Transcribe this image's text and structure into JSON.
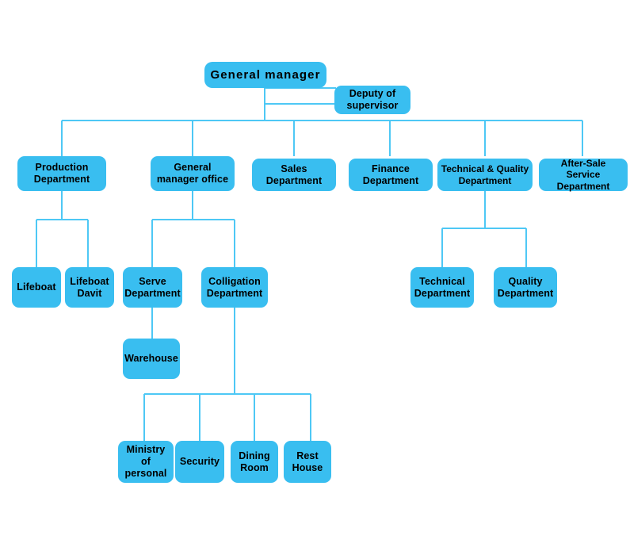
{
  "chart_data": {
    "type": "diagram",
    "diagram_type": "organizational-chart",
    "title": "Company Organization Chart",
    "node_fill_color": "#39bef0",
    "connector_color": "#4ec8f5",
    "text_color": "#000000",
    "background_color": "#ffffff",
    "levels": [
      {
        "level": 0,
        "nodes": [
          "General manager"
        ]
      },
      {
        "level": 1,
        "nodes": [
          "Deputy of supervisor"
        ]
      },
      {
        "level": 2,
        "nodes": [
          "Production Department",
          "General manager office",
          "Sales Department",
          "Finance Department",
          "Technical & Quality Department",
          "After-Sale Service Department"
        ]
      },
      {
        "level": 3,
        "nodes": [
          "Lifeboat",
          "Lifeboat Davit",
          "Serve Department",
          "Colligation Department",
          "Technical Department",
          "Quality Department"
        ]
      },
      {
        "level": 4,
        "nodes": [
          "Warehouse"
        ]
      },
      {
        "level": 5,
        "nodes": [
          "Ministry of  personal",
          "Security",
          "Dining Room",
          "Rest House"
        ]
      }
    ],
    "edges": [
      {
        "from": "General manager",
        "to": "Deputy of supervisor"
      },
      {
        "from": "General manager",
        "to": "Production Department"
      },
      {
        "from": "General manager",
        "to": "General manager office"
      },
      {
        "from": "General manager",
        "to": "Sales Department"
      },
      {
        "from": "General manager",
        "to": "Finance Department"
      },
      {
        "from": "General manager",
        "to": "Technical & Quality Department"
      },
      {
        "from": "General manager",
        "to": "After-Sale Service Department"
      },
      {
        "from": "Production Department",
        "to": "Lifeboat"
      },
      {
        "from": "Production Department",
        "to": "Lifeboat Davit"
      },
      {
        "from": "General manager office",
        "to": "Serve Department"
      },
      {
        "from": "General manager office",
        "to": "Colligation Department"
      },
      {
        "from": "Technical & Quality Department",
        "to": "Technical Department"
      },
      {
        "from": "Technical & Quality Department",
        "to": "Quality Department"
      },
      {
        "from": "Serve Department",
        "to": "Warehouse"
      },
      {
        "from": "Colligation Department",
        "to": "Ministry of  personal"
      },
      {
        "from": "Colligation Department",
        "to": "Security"
      },
      {
        "from": "Colligation Department",
        "to": "Dining Room"
      },
      {
        "from": "Colligation Department",
        "to": "Rest House"
      }
    ]
  },
  "nodes": {
    "general_manager": {
      "label": "General manager"
    },
    "deputy_of_supervisor": {
      "label": "Deputy of\nsupervisor"
    },
    "production_department": {
      "label": "Production\nDepartment"
    },
    "general_manager_office": {
      "label": "General\nmanager office"
    },
    "sales_department": {
      "label": "Sales\nDepartment"
    },
    "finance_department": {
      "label": "Finance\nDepartment"
    },
    "technical_quality_department": {
      "label": "Technical & Quality\nDepartment"
    },
    "after_sale_service_department": {
      "label": "After-Sale\nService Department"
    },
    "lifeboat": {
      "label": "Lifeboat"
    },
    "lifeboat_davit": {
      "label": "Lifeboat\nDavit"
    },
    "serve_department": {
      "label": "Serve\nDepartment"
    },
    "colligation_department": {
      "label": "Colligation\nDepartment"
    },
    "technical_department": {
      "label": "Technical\nDepartment"
    },
    "quality_department": {
      "label": "Quality\nDepartment"
    },
    "warehouse": {
      "label": "Warehouse"
    },
    "ministry_of_personal": {
      "label": "Ministry\nof  personal"
    },
    "security": {
      "label": "Security"
    },
    "dining_room": {
      "label": "Dining\nRoom"
    },
    "rest_house": {
      "label": "Rest\nHouse"
    }
  }
}
